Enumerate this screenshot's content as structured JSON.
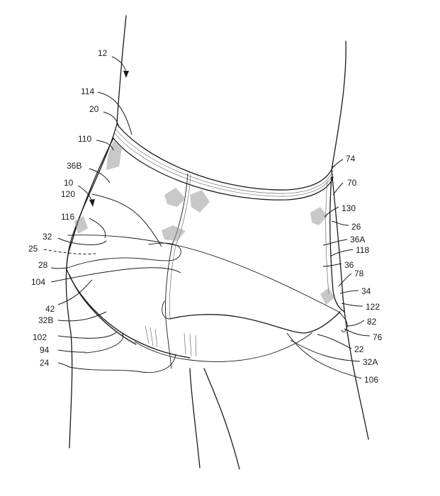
{
  "labels": {
    "l12": "12",
    "l114": "114",
    "l20": "20",
    "l110": "110",
    "l36B": "36B",
    "l10": "10",
    "l120": "120",
    "l116": "116",
    "l32": "32",
    "l25": "25",
    "l28": "28",
    "l104": "104",
    "l42": "42",
    "l32B": "32B",
    "l102": "102",
    "l94": "94",
    "l24": "24",
    "l74": "74",
    "l70": "70",
    "l130": "130",
    "l26": "26",
    "l36A": "36A",
    "l118": "118",
    "l36": "36",
    "l78": "78",
    "l34": "34",
    "l122": "122",
    "l82": "82",
    "l76": "76",
    "l22": "22",
    "l32A": "32A",
    "l106": "106"
  }
}
